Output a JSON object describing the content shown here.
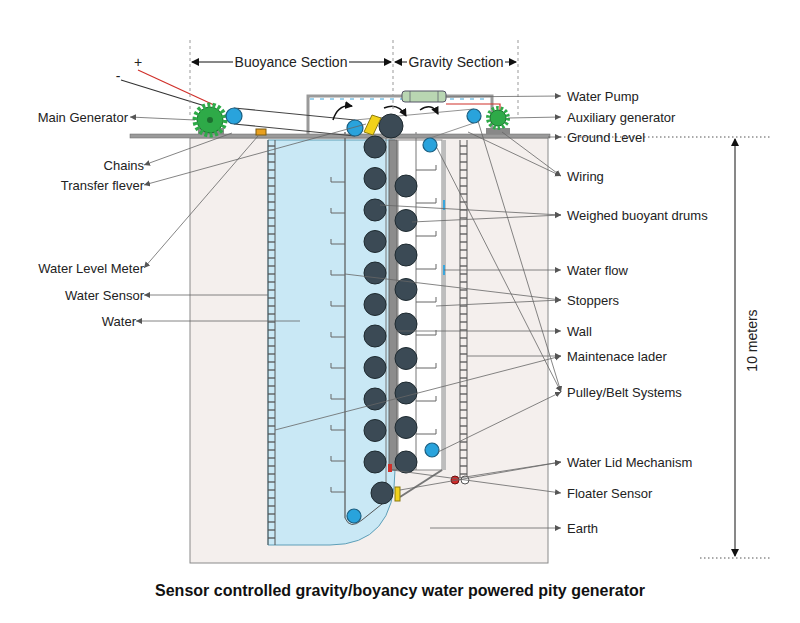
{
  "diagram": {
    "caption": "Sensor controlled gravity/boyancy water powered pity generator",
    "labels": [
      "-",
      "+",
      "Buoyance Section",
      "Gravity Section",
      "Main Generator",
      "Chains",
      "Transfer flever",
      "Water Level Meter",
      "Water Sensor",
      "Water",
      "Water Pump",
      "Auxiliary generator",
      "Ground Level",
      "Wiring",
      "Weighed buoyant drums",
      "Water flow",
      "Stoppers",
      "Wall",
      "Maintenace lader",
      "Pulley/Belt Systems",
      "Water Lid Mechanism",
      "Floater Sensor",
      "Earth",
      "10 meters"
    ]
  }
}
